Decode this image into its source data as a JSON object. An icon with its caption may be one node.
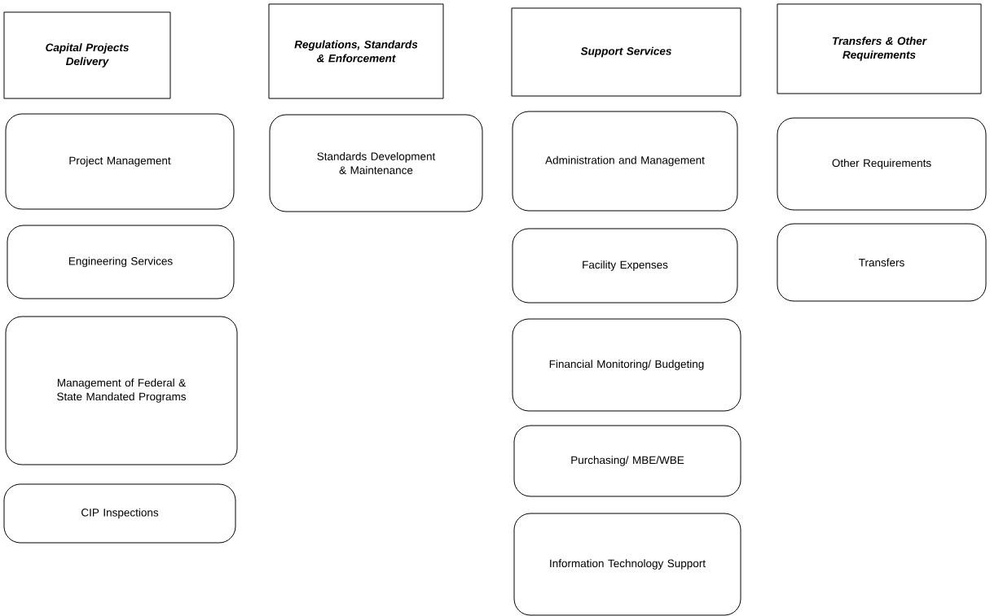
{
  "diagram": {
    "nodes": [
      {
        "text": [
          "Capital Projects Delivery"
        ]
      },
      {
        "text": [
          "Regulations, Standards & Enforcement"
        ]
      },
      {
        "text": [
          "Support Services"
        ]
      },
      {
        "text": [
          "Transfers & Other Requirements"
        ]
      },
      {
        "text": [
          "Project Management"
        ]
      },
      {
        "text": [
          "Engineering Services"
        ]
      },
      {
        "text": [
          "Management of Federal & State Mandated Programs"
        ]
      },
      {
        "text": [
          "CIP Inspections"
        ]
      },
      {
        "text": [
          "Standards Development & Maintenance"
        ]
      },
      {
        "text": [
          "Administration and Management"
        ]
      },
      {
        "text": [
          "Facility Expenses"
        ]
      },
      {
        "text": [
          "Financial Monitoring/ Budgeting"
        ]
      },
      {
        "text": [
          "Purchasing/ MBE/WBE"
        ]
      },
      {
        "text": [
          "Information Technology Support"
        ]
      },
      {
        "text": [
          "Other Requirements"
        ]
      },
      {
        "text": [
          "Transfers"
        ]
      }
    ]
  }
}
